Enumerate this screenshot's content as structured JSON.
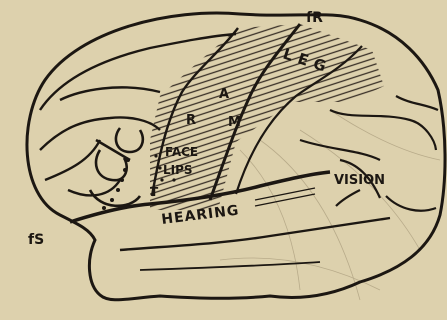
{
  "figure": {
    "labels": {
      "fR": "fR",
      "leg": "LEG",
      "arm_a": "A",
      "arm_r": "R",
      "arm_m": "M",
      "face": "FACE",
      "lips": "LIPS",
      "t": "T",
      "vision": "VISION",
      "hearing": "HEARING",
      "fS": "fS"
    },
    "colors": {
      "paper": "#ddd1ad",
      "ink": "#1c1712",
      "hatch": "#3a3128"
    }
  }
}
